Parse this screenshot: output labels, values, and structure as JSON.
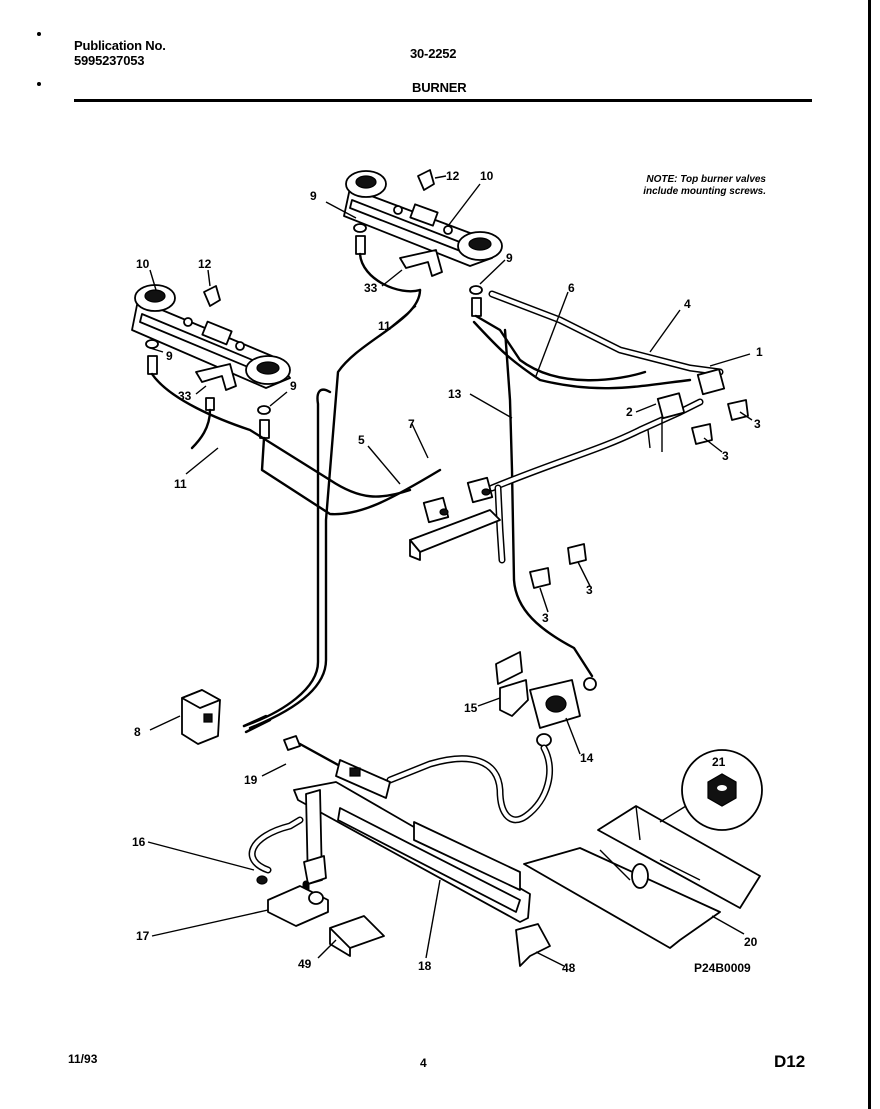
{
  "header": {
    "publication_label": "Publication No.",
    "publication_number": "5995237053",
    "model": "30-2252",
    "section": "BURNER"
  },
  "note": {
    "line1": "NOTE: Top burner valves",
    "line2": "include mounting screws."
  },
  "diagram": {
    "callouts": {
      "c1": "1",
      "c2": "2",
      "c3a": "3",
      "c3b": "3",
      "c3c": "3",
      "c3d": "3",
      "c4": "4",
      "c5": "5",
      "c6": "6",
      "c7": "7",
      "c8": "8",
      "c9a": "9",
      "c9b": "9",
      "c9c": "9",
      "c9d": "9",
      "c10a": "10",
      "c10b": "10",
      "c11a": "11",
      "c11b": "11",
      "c12a": "12",
      "c12b": "12",
      "c13": "13",
      "c14": "14",
      "c15": "15",
      "c16": "16",
      "c17": "17",
      "c18": "18",
      "c19": "19",
      "c20": "20",
      "c21": "21",
      "c33a": "33",
      "c33b": "33",
      "c48": "48",
      "c49": "49"
    },
    "figure_code": "P24B0009"
  },
  "footer": {
    "date": "11/93",
    "page": "4",
    "code": "D12"
  }
}
